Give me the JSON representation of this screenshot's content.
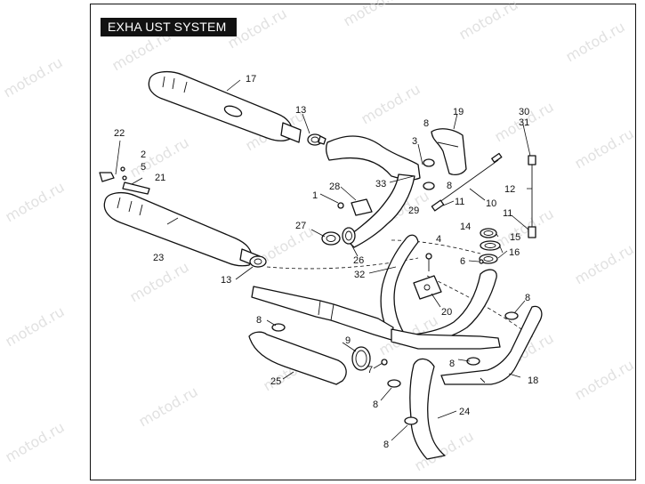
{
  "title": "EXHA UST SYSTEM",
  "watermark": "motod.ru",
  "callouts": [
    "17",
    "13",
    "22",
    "2",
    "5",
    "21",
    "23",
    "13",
    "8",
    "19",
    "30",
    "31",
    "3",
    "33",
    "8",
    "28",
    "1",
    "11",
    "10",
    "12",
    "29",
    "27",
    "26",
    "4",
    "14",
    "15",
    "6",
    "16",
    "11",
    "32",
    "20",
    "8",
    "8",
    "9",
    "7",
    "25",
    "8",
    "8",
    "18",
    "24",
    "8"
  ]
}
